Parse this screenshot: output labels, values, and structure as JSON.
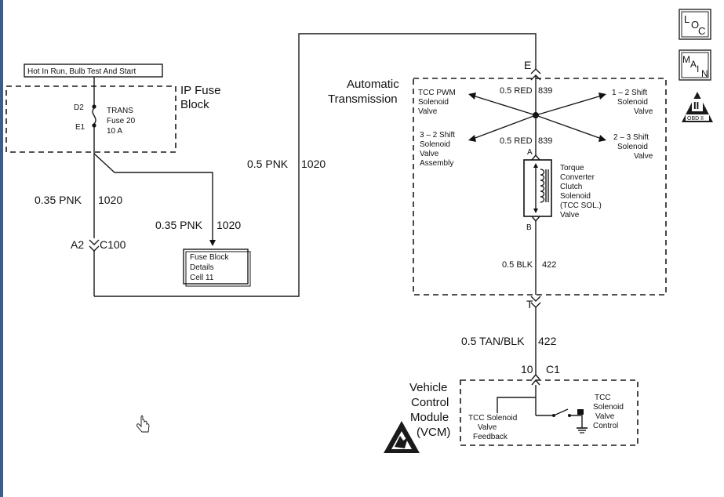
{
  "nav": {
    "loc": "LOC",
    "main": "MAIN",
    "obd": "OBD II",
    "obd_numeral": "II"
  },
  "fuse_block": {
    "power_label": "Hot In Run, Bulb Test And Start",
    "title_line1": "IP Fuse",
    "title_line2": "Block",
    "pin_d2": "D2",
    "pin_e1": "E1",
    "fuse_line1": "TRANS",
    "fuse_line2": "Fuse 20",
    "fuse_line3": "10 A"
  },
  "wires": {
    "left_wire": "0.35 PNK",
    "left_circuit": "1020",
    "branch_wire": "0.35 PNK",
    "branch_circuit": "1020",
    "top_wire": "0.5 PNK",
    "top_circuit": "1020",
    "inner_wire": "0.5 BLK",
    "inner_circuit": "422",
    "lower_wire": "0.5 TAN/BLK",
    "lower_circuit": "422"
  },
  "connector_c100": {
    "pin": "A2",
    "name": "C100"
  },
  "fuse_details": {
    "line1": "Fuse Block",
    "line2": "Details",
    "line3": "Cell 11"
  },
  "transmission": {
    "title_line1": "Automatic",
    "title_line2": "Transmission",
    "pin_e": "E",
    "pin_a": "A",
    "pin_b": "B",
    "pin_t": "T",
    "upper_wire": "0.5 RED",
    "upper_circuit": "839",
    "mid_wire": "0.5 RED",
    "mid_circuit": "839",
    "tcc_pwm": [
      "TCC PWM",
      "Solenoid",
      "Valve"
    ],
    "shift_12": [
      "1 – 2 Shift",
      "Solenoid",
      "Valve"
    ],
    "shift_32": [
      "3 – 2 Shift",
      "Solenoid",
      "Valve",
      "Assembly"
    ],
    "shift_23": [
      "2 – 3 Shift",
      "Solenoid",
      "Valve"
    ],
    "tcc_sol": [
      "Torque",
      "Converter",
      "Clutch",
      "Solenoid",
      "(TCC SOL.)",
      "Valve"
    ]
  },
  "connector_c1": {
    "pin": "10",
    "name": "C1"
  },
  "vcm": {
    "title": [
      "Vehicle",
      "Control",
      "Module",
      "(VCM)"
    ],
    "feedback": [
      "TCC Solenoid",
      "Valve",
      "Feedback"
    ],
    "control": [
      "TCC",
      "Solenoid",
      "Valve",
      "Control"
    ]
  }
}
